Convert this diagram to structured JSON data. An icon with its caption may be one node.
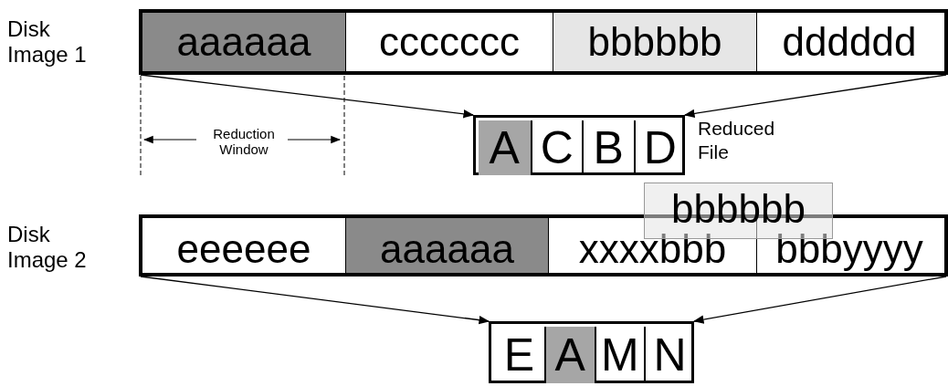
{
  "diagram": {
    "nodes": [
      {
        "text": [
          "Disk Image 1"
        ]
      },
      {
        "text": [
          "aaaaaa"
        ],
        "in": 0
      },
      {
        "text": [
          "ccccccc"
        ],
        "in": 0
      },
      {
        "text": [
          "bbbbbb"
        ],
        "in": 0
      },
      {
        "text": [
          "dddddd"
        ],
        "in": 0
      },
      {
        "text": [],
        "shape": "box",
        "beside": [
          "Reduced File"
        ]
      },
      {
        "text": [
          "A"
        ],
        "in": 5
      },
      {
        "text": [
          "C"
        ],
        "in": 5
      },
      {
        "text": [
          "B"
        ],
        "in": 5
      },
      {
        "text": [
          "D"
        ],
        "in": 5
      },
      {
        "text": [
          "Disk Image 2"
        ]
      },
      {
        "text": [
          "eeeeee"
        ],
        "in": 10
      },
      {
        "text": [
          "aaaaaa"
        ],
        "in": 10
      },
      {
        "text": [
          "xxxxbbb"
        ],
        "in": 10
      },
      {
        "text": [
          "bbbyyyy"
        ],
        "in": 10
      },
      {
        "text": [
          "bbbbbb"
        ]
      },
      {
        "text": [],
        "shape": "box"
      },
      {
        "text": [
          "E"
        ],
        "in": 16
      },
      {
        "text": [
          "A"
        ],
        "in": 16
      },
      {
        "text": [
          "M"
        ],
        "in": 16
      },
      {
        "text": [
          "N"
        ],
        "in": 16
      }
    ],
    "edges": [
      {
        "from": 0,
        "to": 5,
        "arrow": "to"
      },
      {
        "from": 0,
        "to": 5,
        "arrow": "to"
      },
      {
        "from": 10,
        "to": 16,
        "arrow": "to"
      },
      {
        "from": 10,
        "to": 16,
        "arrow": "to"
      }
    ],
    "labels": [
      "Reduction Window"
    ]
  }
}
